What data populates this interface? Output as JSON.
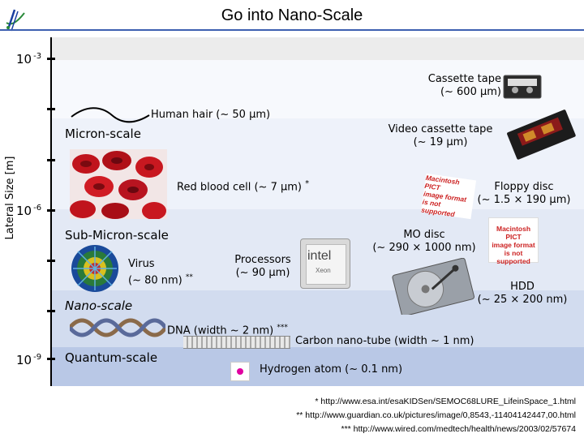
{
  "title": "Go into Nano-Scale",
  "axis_label": "Lateral Size [m]",
  "exponents": [
    {
      "base": "10",
      "power": "-3"
    },
    {
      "base": "10",
      "power": "-6"
    },
    {
      "base": "10",
      "power": "-9"
    }
  ],
  "scales": {
    "micron": "Micron-scale",
    "sub_micron": "Sub-Micron-scale",
    "nano": "Nano-scale",
    "quantum": "Quantum-scale"
  },
  "objects": {
    "cassette": {
      "line1": "Cassette tape",
      "line2": "(~ 600 μm)"
    },
    "hair": {
      "line1": "Human hair (~ 50 μm)"
    },
    "video": {
      "line1": "Video cassette tape",
      "line2": "(~ 19 μm)"
    },
    "blood": {
      "line1": "Red blood cell (~ 7 μm)",
      "mark": "*"
    },
    "floppy": {
      "line1": "Floppy disc",
      "line2": "(~ 1.5 × 190 μm)"
    },
    "mo": {
      "line1": "MO disc",
      "line2": "(~ 290 × 1000 nm)"
    },
    "processors": {
      "line1": "Processors",
      "line2": "(~ 90 μm)",
      "chip_brand": "intel",
      "chip_model": "Xeon"
    },
    "virus": {
      "line1": "Virus",
      "line2": "(~ 80 nm)",
      "mark": "**"
    },
    "hdd": {
      "line1": "HDD",
      "line2": "(~ 25 × 200 nm)"
    },
    "dna": {
      "line1": "DNA (width ~ 2 nm)",
      "mark": "***"
    },
    "nanotube": {
      "line1": "Carbon nano-tube (width ~ 1 nm)"
    },
    "hydrogen": {
      "line1": "Hydrogen atom (~ 0.1 nm)"
    }
  },
  "pict_placeholder": {
    "line1": "Macintosh PICT",
    "line2": "image format",
    "line3": "is not supported"
  },
  "footnotes": [
    "* http://www.esa.int/esaKIDSen/SEMOC68LURE_LifeinSpace_1.html",
    "** http://www.guardian.co.uk/pictures/image/0,8543,-11404142447,00.html",
    "*** http://www.wired.com/medtech/health/news/2003/02/57674"
  ],
  "colors": {
    "band_top": "#f7f9fd",
    "band_micron": "#e6ecf7",
    "band_nano": "#d2dcef",
    "band_quantum": "#b9c8e6",
    "header_gray": "#ececec",
    "hydrogen_dot": "#e000a0",
    "blood_red": "#c0141c",
    "pict_red": "#cc2222"
  }
}
